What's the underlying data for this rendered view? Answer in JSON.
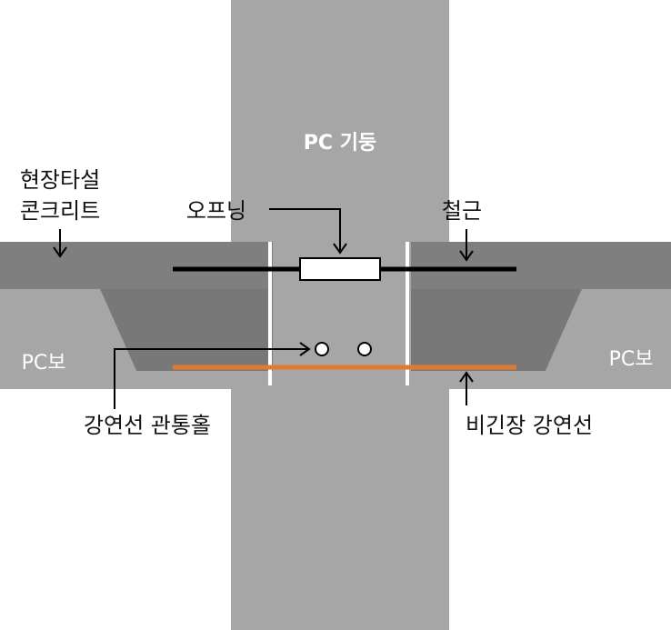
{
  "labels": {
    "column": "PC 기둥",
    "cast_in_place": [
      "현장타설",
      "콘크리트"
    ],
    "opening": "오프닝",
    "rebar": "철근",
    "beam_left": "PC보",
    "beam_right": "PC보",
    "duct_hole": "강연선 관통홀",
    "unbonded_strand": "비긴장 강연선"
  },
  "colors": {
    "column": "#a6a6a6",
    "beam": "#a6a6a6",
    "slab": "#7f7f7f",
    "joint_fill": "#787878",
    "strand": "#e07a2f",
    "rebar": "#000000"
  }
}
